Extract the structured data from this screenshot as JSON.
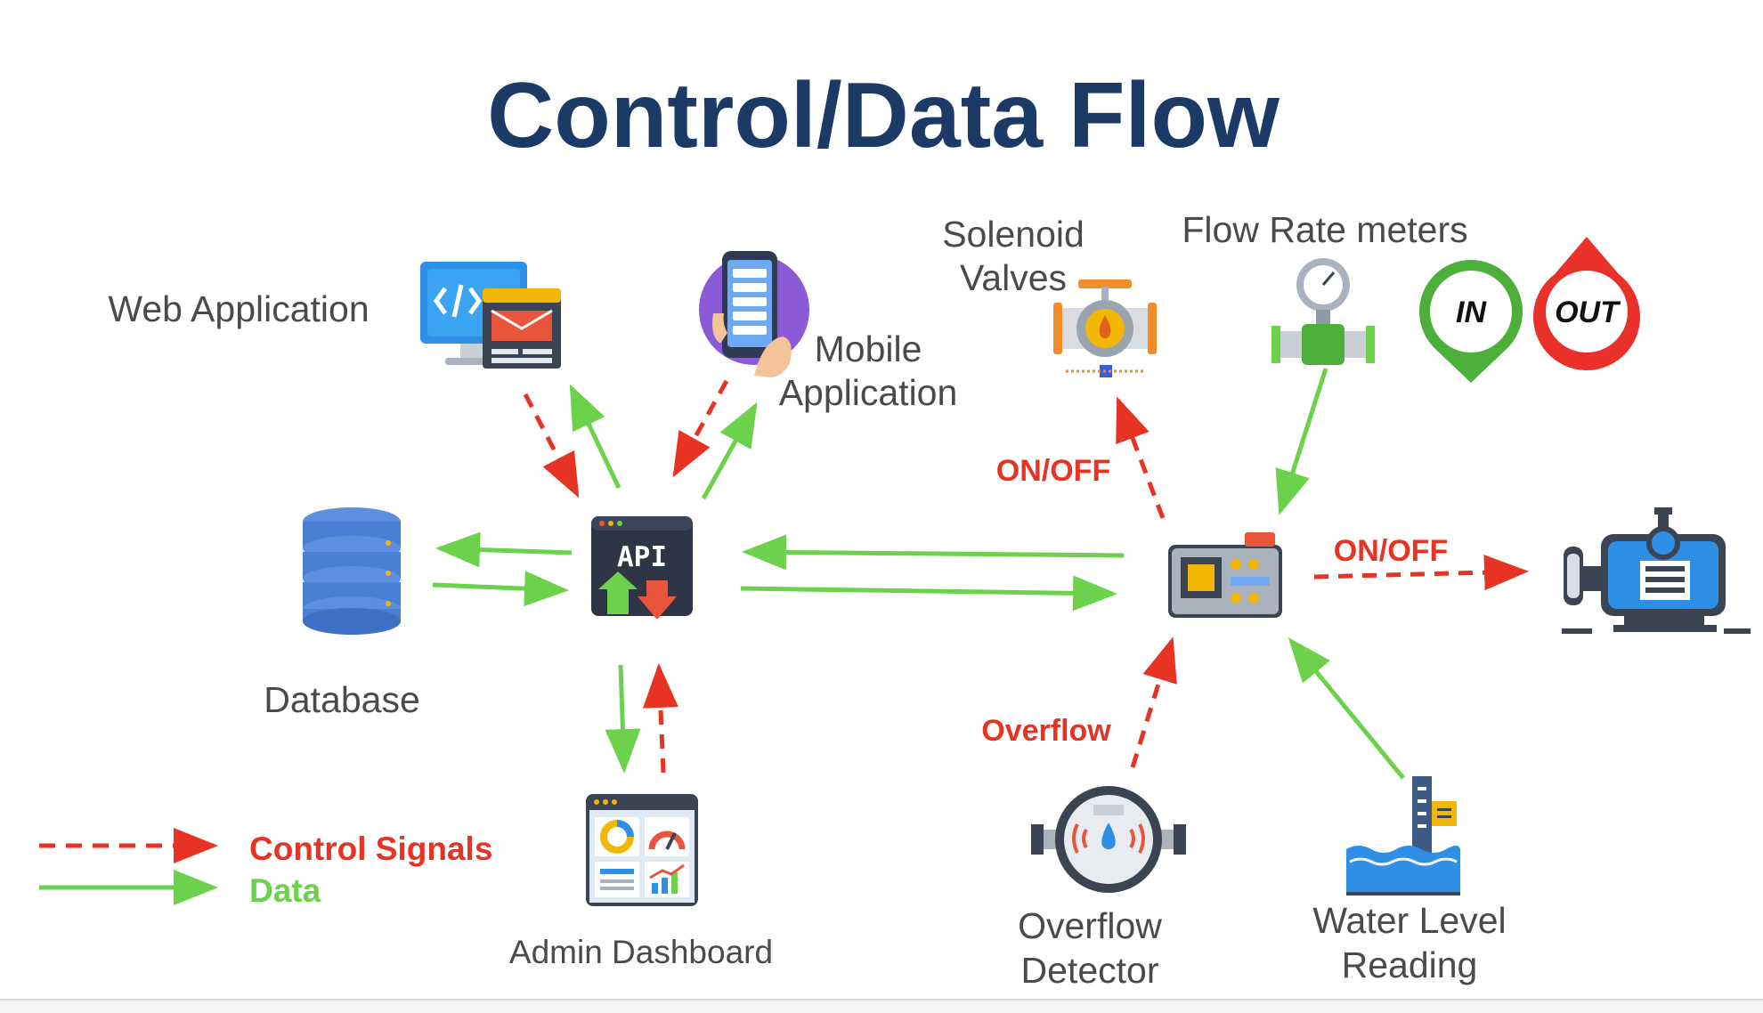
{
  "title": "Control/Data Flow",
  "nodes": {
    "web_app": "Web Application",
    "mobile_app_line1": "Mobile",
    "mobile_app_line2": "Application",
    "database": "Database",
    "api": "API",
    "admin_dashboard": "Admin Dashboard",
    "solenoid_line1": "Solenoid",
    "solenoid_line2": "Valves",
    "flow_meters": "Flow Rate meters",
    "flow_in": "IN",
    "flow_out": "OUT",
    "overflow_line1": "Overflow",
    "overflow_line2": "Detector",
    "water_level_line1": "Water Level",
    "water_level_line2": "Reading"
  },
  "signals": {
    "valve_onoff": "ON/OFF",
    "pump_onoff": "ON/OFF",
    "overflow": "Overflow"
  },
  "legend": {
    "control": "Control Signals",
    "data": "Data"
  },
  "colors": {
    "control": "#e73323",
    "data": "#6cd24c",
    "title": "#1b3a66",
    "label": "#4a4a4a"
  },
  "icons": {
    "web_app": "web-application-icon",
    "mobile_app": "mobile-application-icon",
    "database": "database-icon",
    "api": "api-icon",
    "admin_dashboard": "admin-dashboard-icon",
    "solenoid": "solenoid-valve-icon",
    "flow_meter": "flow-meter-icon",
    "controller": "microcontroller-icon",
    "pump": "water-pump-icon",
    "overflow": "overflow-sensor-icon",
    "water_level": "water-level-icon"
  }
}
